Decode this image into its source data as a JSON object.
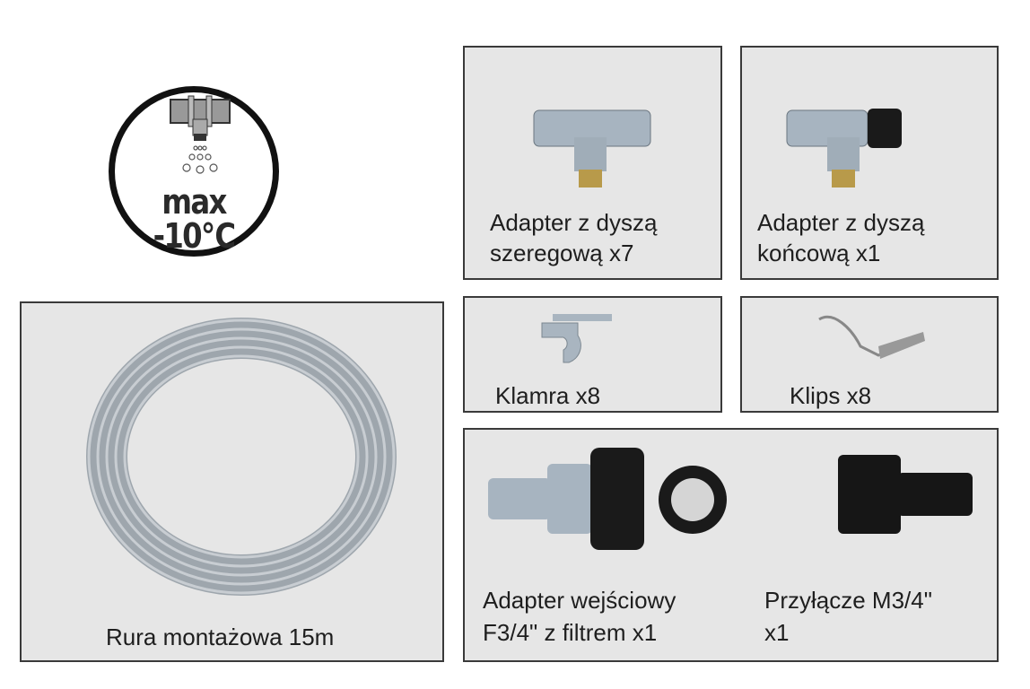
{
  "badge": {
    "line1": "max",
    "line2": "-10℃"
  },
  "items": [
    {
      "line1": "Adapter z dyszą",
      "line2": "szeregową x7"
    },
    {
      "line1": "Adapter z dyszą",
      "line2": "końcową x1"
    },
    {
      "line1": "Klamra x8"
    },
    {
      "line1": "Klips x8"
    },
    {
      "line1": "Rura montażowa 15m"
    },
    {
      "line1": "Adapter wejściowy",
      "line2": "F3/4\" z filtrem x1"
    },
    {
      "line1": "Przyłącze M3/4\"",
      "line2": "x1"
    }
  ]
}
